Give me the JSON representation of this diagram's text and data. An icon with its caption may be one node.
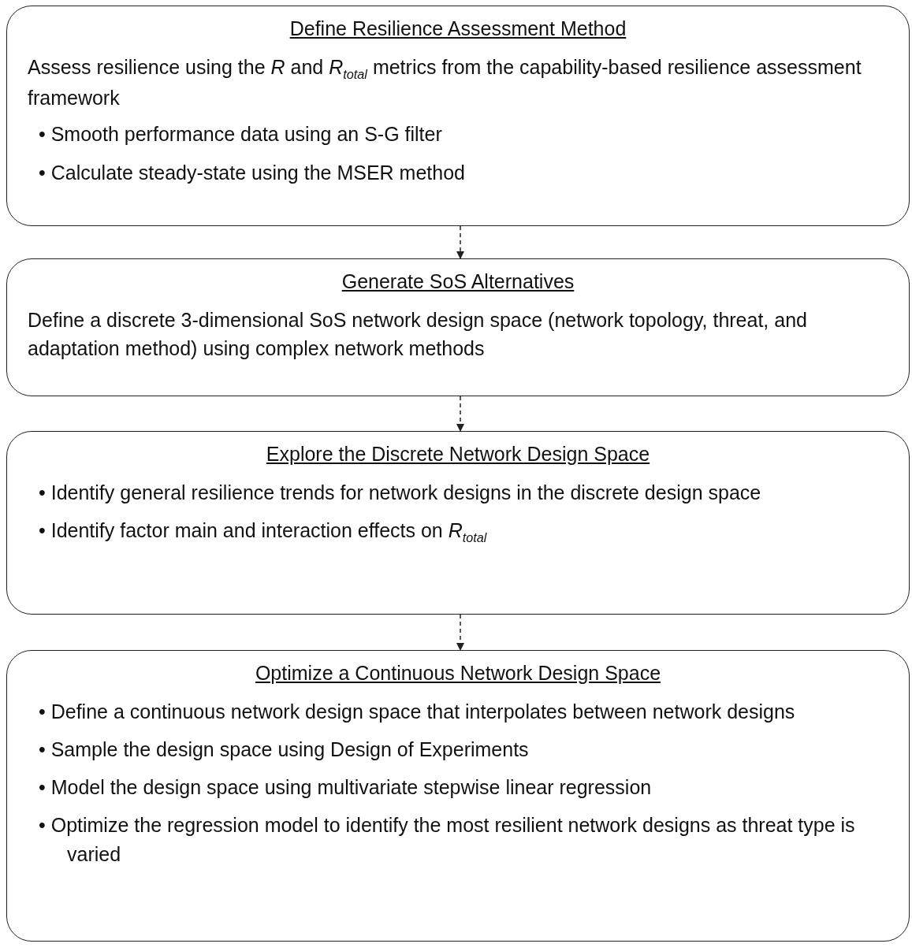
{
  "diagram": {
    "nodes": [
      {
        "text": [
          "Define Resilience Assessment Method",
          "Assess resilience using the *R* and *R*$_{total}$ metrics from the capability-based resilience assessment framework",
          "• Smooth performance data using an S-G filter",
          "• Calculate steady-state using the MSER method"
        ]
      },
      {
        "text": [
          "Generate SoS Alternatives",
          "Define a discrete 3-dimensional SoS network design space (network topology, threat, and adaptation method) using complex network methods"
        ]
      },
      {
        "text": [
          "Explore the Discrete Network Design Space",
          "• Identify general resilience trends for network designs in the discrete design space",
          "• Identify factor main and interaction effects on *R*$_{total}$"
        ]
      },
      {
        "text": [
          "Optimize a Continuous Network Design Space",
          "• Define a continuous network design space that interpolates between network designs",
          "• Sample the design space using Design of Experiments",
          "• Model the design space using multivariate stepwise linear regression",
          "• Optimize the regression model to identify the most resilient network designs as threat type is varied"
        ]
      }
    ],
    "edges": [
      {
        "from": 0,
        "to": 1,
        "arrow": "to",
        "style": "dashed"
      },
      {
        "from": 1,
        "to": 2,
        "arrow": "to",
        "style": "dashed"
      },
      {
        "from": 2,
        "to": 3,
        "arrow": "to",
        "style": "dashed"
      }
    ]
  }
}
